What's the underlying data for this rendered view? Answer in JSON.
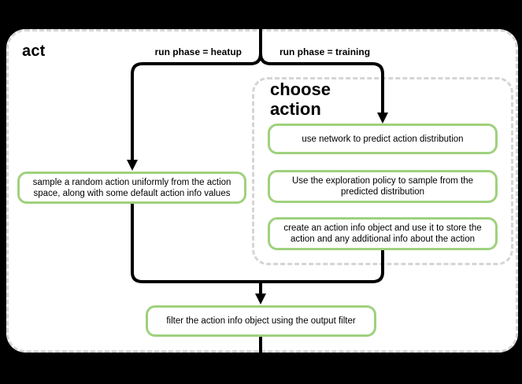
{
  "colors": {
    "background": "#000000",
    "panel_fill": "#ffffff",
    "panel_border": "#d5d5d5",
    "node_border": "#9fd17d",
    "flow_line": "#000000",
    "text": "#000000"
  },
  "diagram": {
    "title": "act",
    "branch_labels": {
      "heatup": "run phase = heatup",
      "training": "run phase = training"
    },
    "group": {
      "title": "choose action"
    },
    "nodes": {
      "sample_random": "sample a random action uniformly from the action space, along with some default action info values",
      "use_network": "use network to predict action distribution",
      "exploration_policy": "Use the exploration policy to sample from the predicted distribution",
      "create_action_info": "create an action info object and use it to store the action and any additional info about the action",
      "filter_output": "filter the action info object using the output filter"
    }
  }
}
